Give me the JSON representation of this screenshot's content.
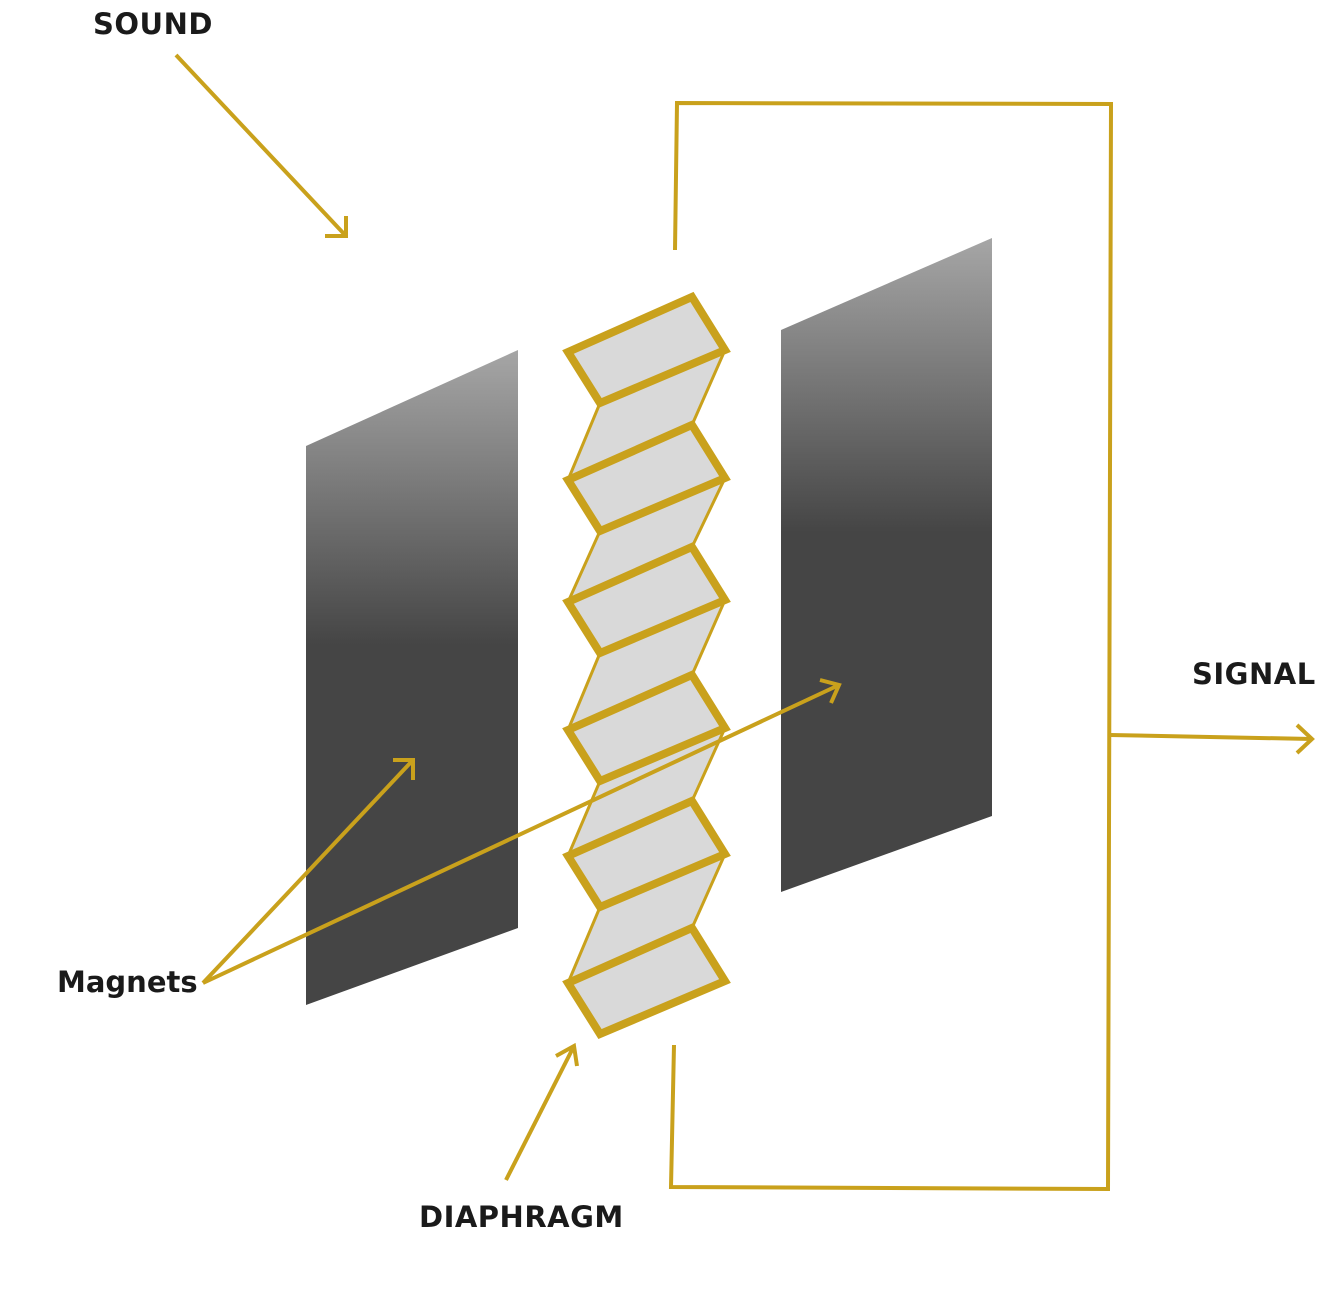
{
  "labels": {
    "sound": "SOUND",
    "signal": "SIGNAL",
    "magnets": "Magnets",
    "diaphragm": "DIAPHRAGM"
  },
  "colors": {
    "accent": "#c9a11c",
    "fold_fill": "#d9d9d9",
    "magnet_top": "#a6a6a6",
    "magnet_body": "#454545"
  }
}
